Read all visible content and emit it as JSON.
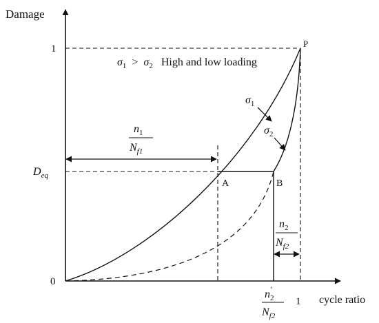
{
  "axes": {
    "y_label": "Damage",
    "x_label": "cycle ratio",
    "origin_label": "0",
    "y_one_label": "1",
    "x_one_label": "1"
  },
  "points": {
    "P": "P",
    "A": "A",
    "B": "B"
  },
  "condition": {
    "s1": "σ",
    "s1_sub": "1",
    "gt": ">",
    "s2": "σ",
    "s2_sub": "2",
    "text": "High and low loading"
  },
  "curves": {
    "sigma1": "σ",
    "sigma1_sub": "1",
    "sigma2": "σ",
    "sigma2_sub": "2"
  },
  "deq": {
    "main": "D",
    "sub": "eq"
  },
  "fraction1": {
    "num_main": "n",
    "num_sub": "1",
    "den_main": "N",
    "den_sub": "f1"
  },
  "fraction2": {
    "num_main": "n",
    "num_sub": "2",
    "den_main": "N",
    "den_sub": "f2"
  },
  "fraction3": {
    "num_main": "n",
    "num_sub": "2",
    "num_prime": "′",
    "den_main": "N",
    "den_sub": "f2"
  }
}
